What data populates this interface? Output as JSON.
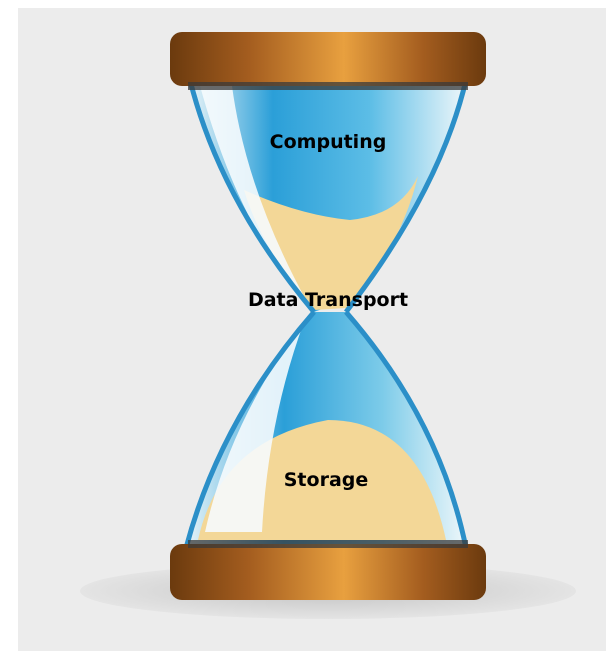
{
  "labels": {
    "top": "Computing",
    "middle": "Data Transport",
    "bottom": "Storage"
  },
  "colors": {
    "background": "#ececec",
    "wood_dark": "#6b3a0e",
    "wood_mid": "#a45d1f",
    "wood_light": "#e8a03f",
    "glass_blue": "#2b9fd8",
    "glass_light": "#e8f4f8",
    "sand": "#f3d797",
    "shadow": "#cfcfcf"
  },
  "icons": {
    "main": "hourglass-icon"
  }
}
